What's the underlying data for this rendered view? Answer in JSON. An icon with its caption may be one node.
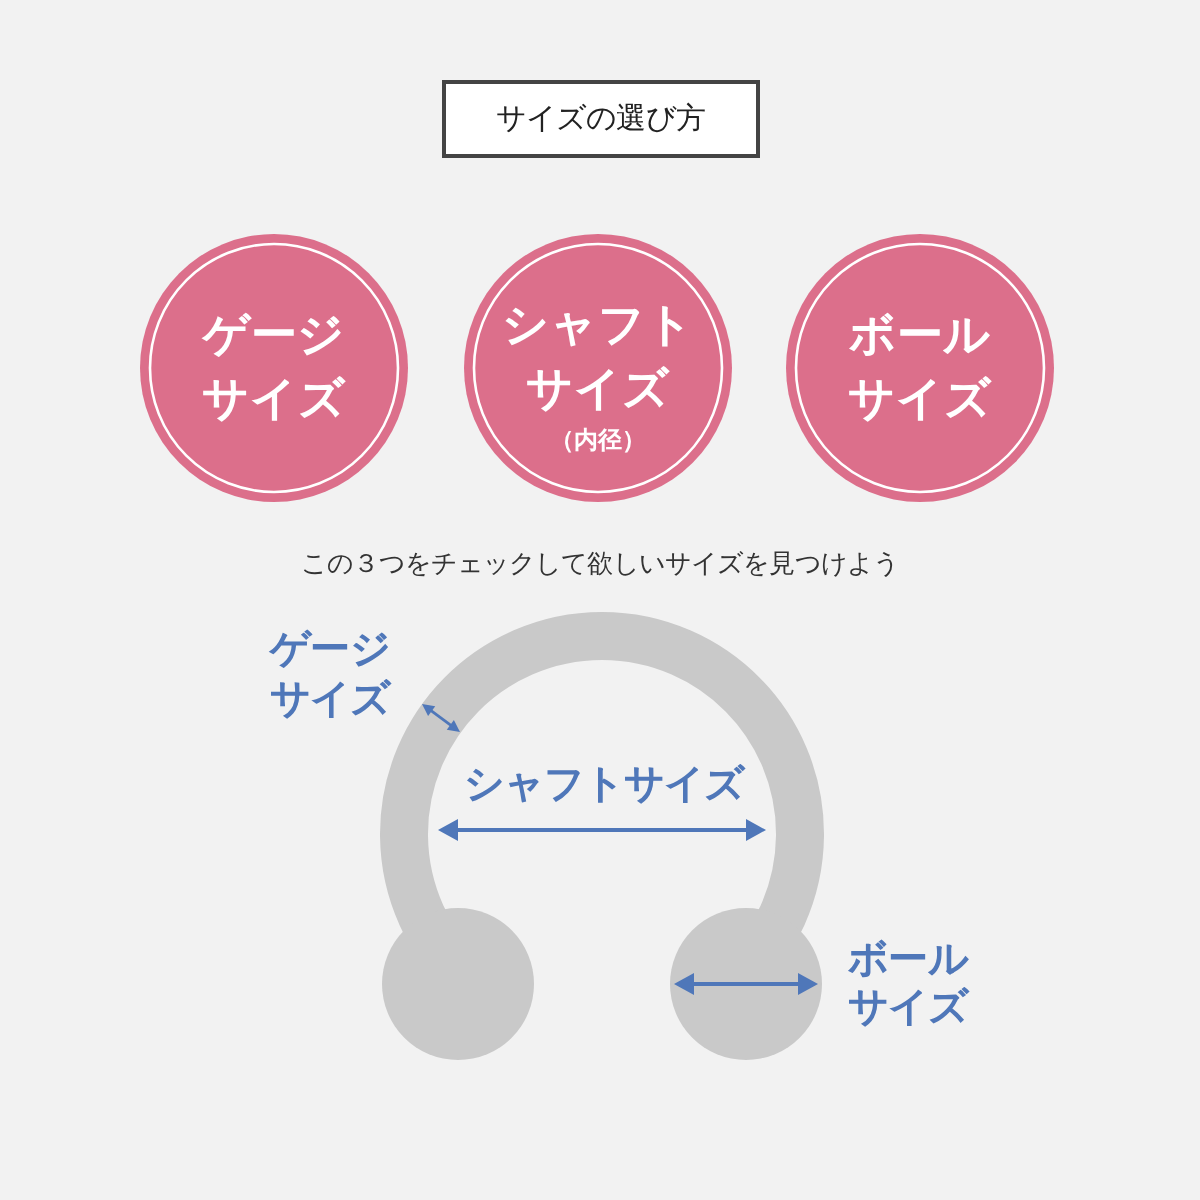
{
  "diagram": {
    "nodes": [
      {
        "text": [
          "サイズの選び方"
        ]
      },
      {
        "text": [
          "ゲージサイズ"
        ]
      },
      {
        "text": [
          "シャフトサイズ",
          "（内径）"
        ]
      },
      {
        "text": [
          "ボールサイズ"
        ]
      }
    ],
    "labels": [
      "この３つをチェックして欲しいサイズを見つけよう",
      "ゲージサイズ",
      "シャフトサイズ",
      "ボールサイズ"
    ]
  }
}
